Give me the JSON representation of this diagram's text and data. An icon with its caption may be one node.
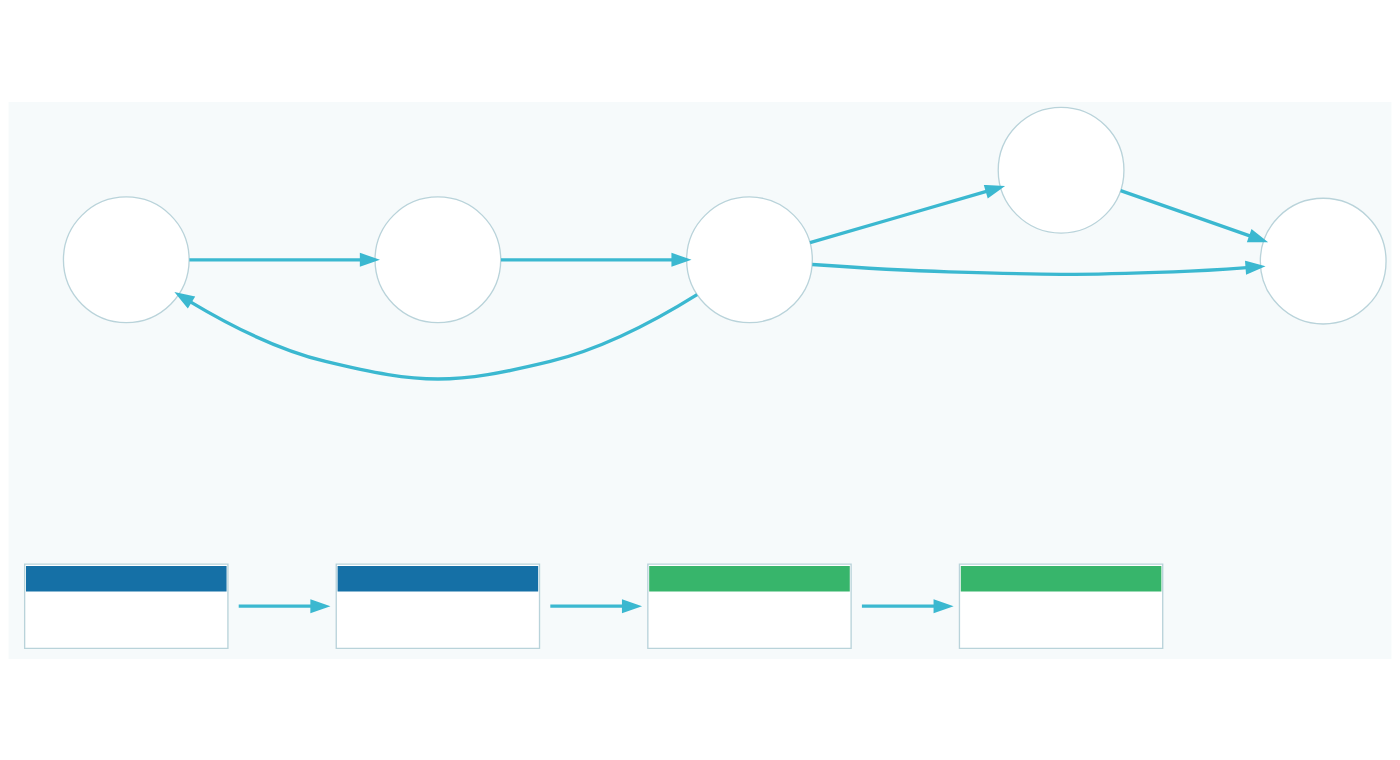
{
  "diagram": {
    "nodes": [
      {
        "text": [],
        "shape": "box"
      },
      {
        "text": [],
        "shape": "box"
      },
      {
        "text": [],
        "shape": "box"
      },
      {
        "text": [],
        "shape": "box"
      },
      {
        "text": [],
        "shape": "circle"
      },
      {
        "text": [],
        "shape": "circle"
      },
      {
        "text": [],
        "shape": "circle"
      },
      {
        "text": [],
        "shape": "circle"
      },
      {
        "text": [],
        "shape": "circle"
      }
    ],
    "edges": [
      {
        "from": 0,
        "to": 1,
        "arrow": "to"
      },
      {
        "from": 1,
        "to": 2,
        "arrow": "to"
      },
      {
        "from": 2,
        "to": 3,
        "arrow": "to"
      },
      {
        "from": 6,
        "to": 4,
        "arrow": "to"
      },
      {
        "from": 4,
        "to": 5,
        "arrow": "to"
      },
      {
        "from": 5,
        "to": 6,
        "arrow": "to"
      },
      {
        "from": 6,
        "to": 7,
        "arrow": "to"
      },
      {
        "from": 7,
        "to": 8,
        "arrow": "to"
      },
      {
        "from": 6,
        "to": 8,
        "arrow": "to"
      }
    ]
  }
}
